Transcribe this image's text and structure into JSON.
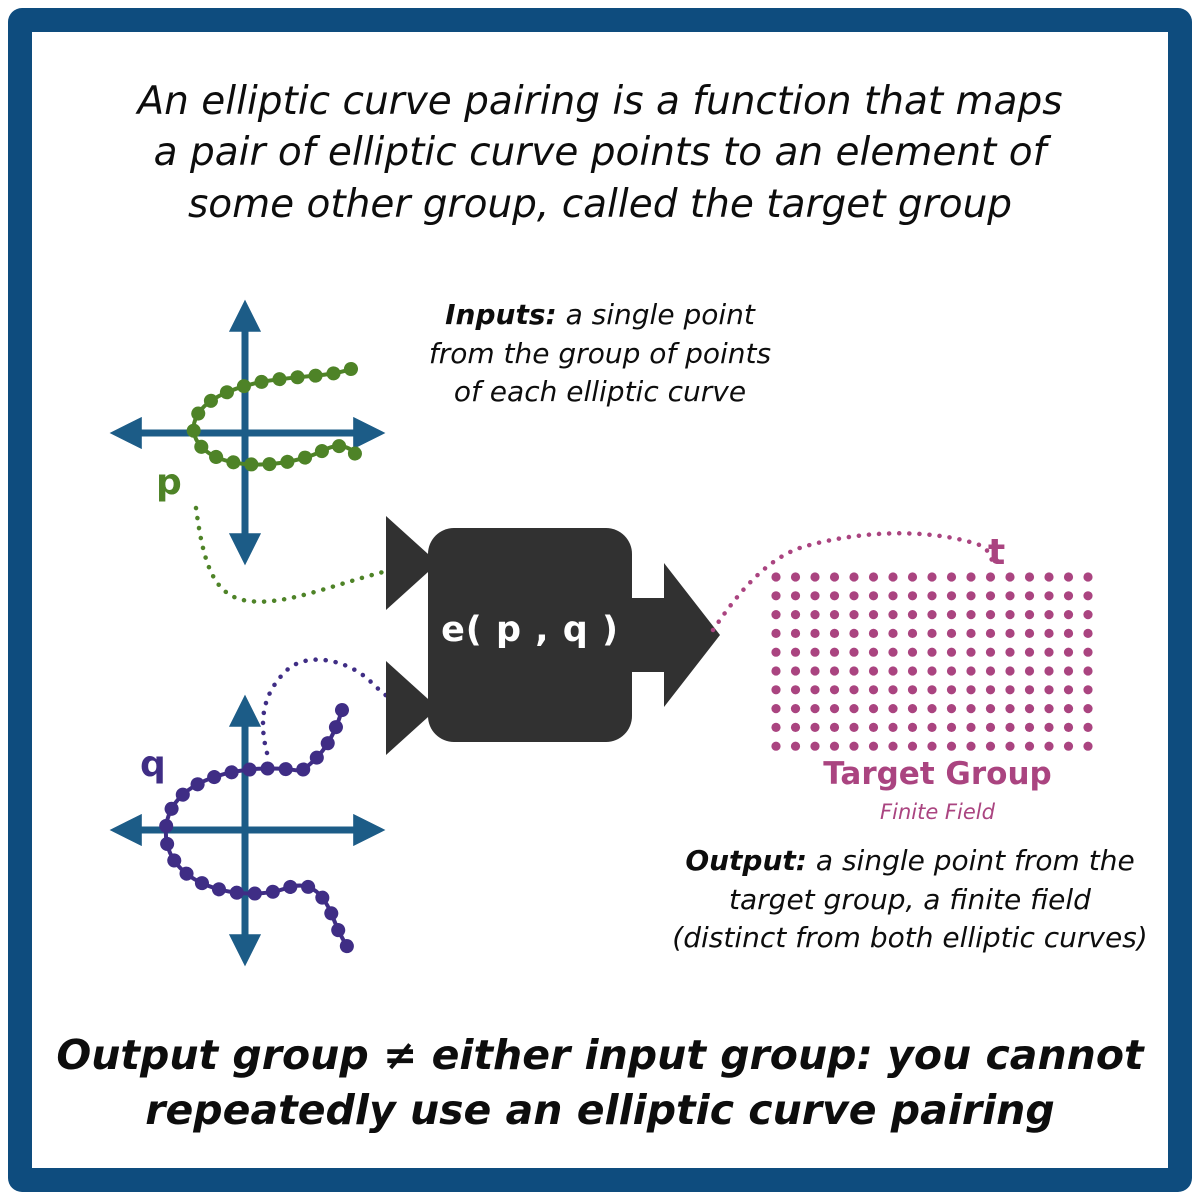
{
  "title": {
    "lines": [
      "An elliptic curve pairing is a function that maps",
      "a pair of elliptic curve points to an element of",
      "some other group, called the target group"
    ]
  },
  "inputs": {
    "label": "Inputs:",
    "lines": [
      " a single point",
      "from the group of points",
      "of each elliptic curve"
    ]
  },
  "curves": {
    "p_label": "p",
    "q_label": "q"
  },
  "pairing": {
    "label": "e( p , q )"
  },
  "target_group": {
    "t_label": "t",
    "title": "Target Group",
    "subtitle": "Finite Field",
    "grid": {
      "rows": 10,
      "cols": 17
    }
  },
  "output": {
    "label": "Output:",
    "line1_rest": " a single point from the",
    "lines": [
      "target group, a finite field",
      "(distinct from both elliptic curves)"
    ]
  },
  "footer": {
    "lines": [
      "Output group ≠ either input group: you cannot",
      "repeatedly use an elliptic curve pairing"
    ]
  },
  "colors": {
    "frame": "#0e4c7e",
    "axis": "#1c5c87",
    "p_curve": "#4e8327",
    "q_curve": "#3f2d85",
    "target": "#aa4480",
    "pairing_box": "#313131"
  }
}
